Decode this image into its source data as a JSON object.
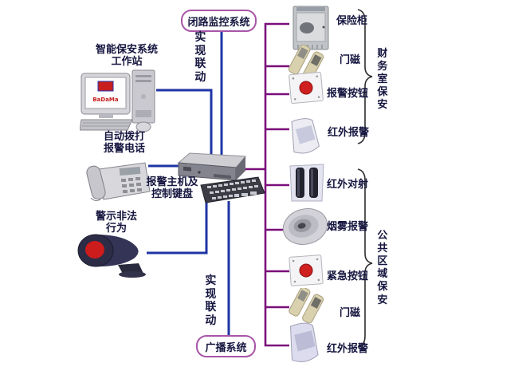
{
  "boxes": {
    "cctv": "闭路监控系统",
    "broadcast": "广播系统"
  },
  "linkage": {
    "top": "实现联动",
    "bottom": "实现联动"
  },
  "left": {
    "workstation_line1": "智能保安系统",
    "workstation_line2": "工作站",
    "monitor_logo": "BaDaMa",
    "phone_line1": "自动拨打",
    "phone_line2": "报警电话",
    "siren_line1": "警示非法",
    "siren_line2": "行为"
  },
  "host": {
    "line1": "报警主机及",
    "line2": "控制键盘"
  },
  "right_devices": [
    {
      "label": "保险柜",
      "icon": "safe-icon"
    },
    {
      "label": "门磁",
      "icon": "door-magnet-icon"
    },
    {
      "label": "报警按钮",
      "icon": "alarm-button-icon"
    },
    {
      "label": "红外报警",
      "icon": "pir-detector-icon"
    },
    {
      "label": "红外对射",
      "icon": "beam-detector-icon"
    },
    {
      "label": "烟雾报警",
      "icon": "smoke-detector-icon"
    },
    {
      "label": "紧急按钮",
      "icon": "emergency-button-icon"
    },
    {
      "label": "门磁",
      "icon": "door-magnet-icon"
    },
    {
      "label": "红外报警",
      "icon": "pir-detector-icon"
    }
  ],
  "groups": [
    {
      "label": "财务室保安"
    },
    {
      "label": "公共区域保安"
    }
  ],
  "colors": {
    "blue_line": "#1f35a5",
    "purple_line": "#7a0d7a",
    "box_border": "#a855a8",
    "label_text": "#161640",
    "alert_red": "#cc2020"
  }
}
